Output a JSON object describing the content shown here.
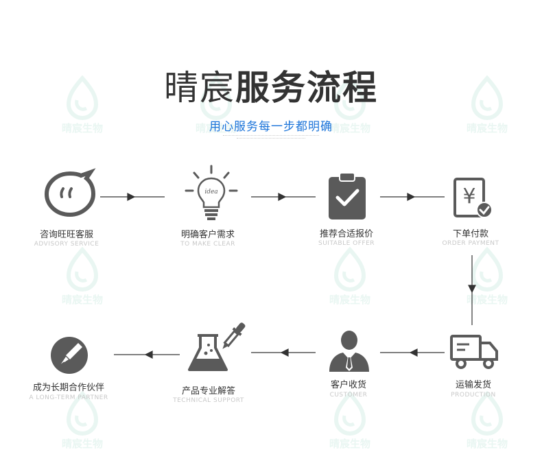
{
  "title": {
    "light": "晴宸",
    "bold": "服务流程"
  },
  "subtitle": "用心服务每一步都明确",
  "steps": [
    {
      "cn": "咨询旺旺客服",
      "en": "ADVISORY SERVICE",
      "icon": "chat-face-icon"
    },
    {
      "cn": "明确客户需求",
      "en": "TO MAKE CLEAR",
      "icon": "idea-bulb-icon"
    },
    {
      "cn": "推荐合适报价",
      "en": "SUITABLE OFFER",
      "icon": "clipboard-check-icon"
    },
    {
      "cn": "下单付款",
      "en": "ORDER PAYMENT",
      "icon": "yuan-receipt-icon"
    },
    {
      "cn": "运输发货",
      "en": "PRODUCTION",
      "icon": "truck-icon"
    },
    {
      "cn": "客户收货",
      "en": "CUSTOMER",
      "icon": "person-tie-icon"
    },
    {
      "cn": "产品专业解答",
      "en": "TECHNICAL SUPPORT",
      "icon": "flask-dropper-icon"
    },
    {
      "cn": "成为长期合作伙伴",
      "en": "A LONG-TERM PARTNER",
      "icon": "pen-nib-icon"
    }
  ],
  "watermark": "晴宸生物",
  "colors": {
    "icon": "#5a5a5a",
    "accent": "#1a73d9",
    "line": "#333333",
    "watermark": "#9fd8c6"
  }
}
